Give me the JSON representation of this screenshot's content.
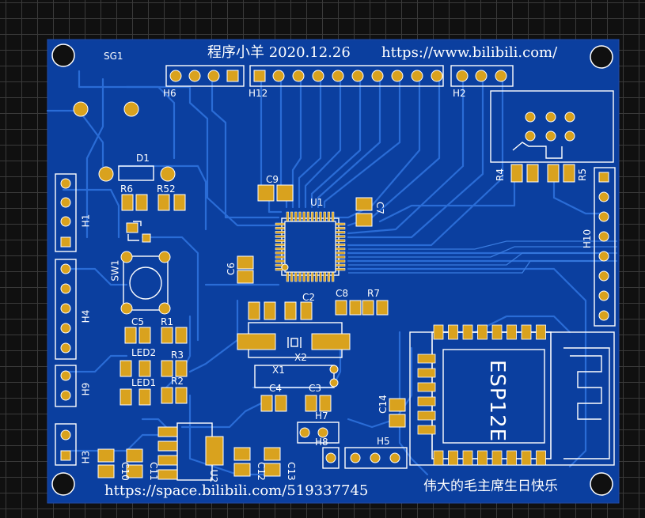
{
  "board": {
    "title_text": "程序小羊  2020.12.26",
    "url_top": "https://www.bilibili.com/",
    "url_bottom": "https://space.bilibili.com/519337745",
    "slogan": "伟大的毛主席生日快乐",
    "module_label": "ESP12E",
    "colors": {
      "board": "#0b3f9f",
      "trace": "#2a6cd6",
      "pad": "#d9a21e",
      "silk": "#ffffff",
      "background": "#101010"
    }
  },
  "designators": {
    "sg1": "SG1",
    "h6": "H6",
    "h12": "H12",
    "h2": "H2",
    "d1": "D1",
    "r6": "R6",
    "r52": "R52",
    "h1": "H1",
    "c9": "C9",
    "u1": "U1",
    "c7": "C7",
    "r4": "R4",
    "r5": "R5",
    "h10": "H10",
    "sw1": "SW1",
    "c6": "C6",
    "h4": "H4",
    "c2": "C2",
    "c8": "C8",
    "r7": "R7",
    "c5": "C5",
    "r1": "R1",
    "led2": "LED2",
    "r3": "R3",
    "x2": "X2",
    "x1": "X1",
    "h9": "H9",
    "led1": "LED1",
    "r2": "R2",
    "c4": "C4",
    "c3": "C3",
    "h7": "H7",
    "c14": "C14",
    "h8": "H8",
    "h5": "H5",
    "h3": "H3",
    "c10": "C10",
    "c11": "C11",
    "u2": "U2",
    "c12": "C12",
    "c13": "C13"
  }
}
